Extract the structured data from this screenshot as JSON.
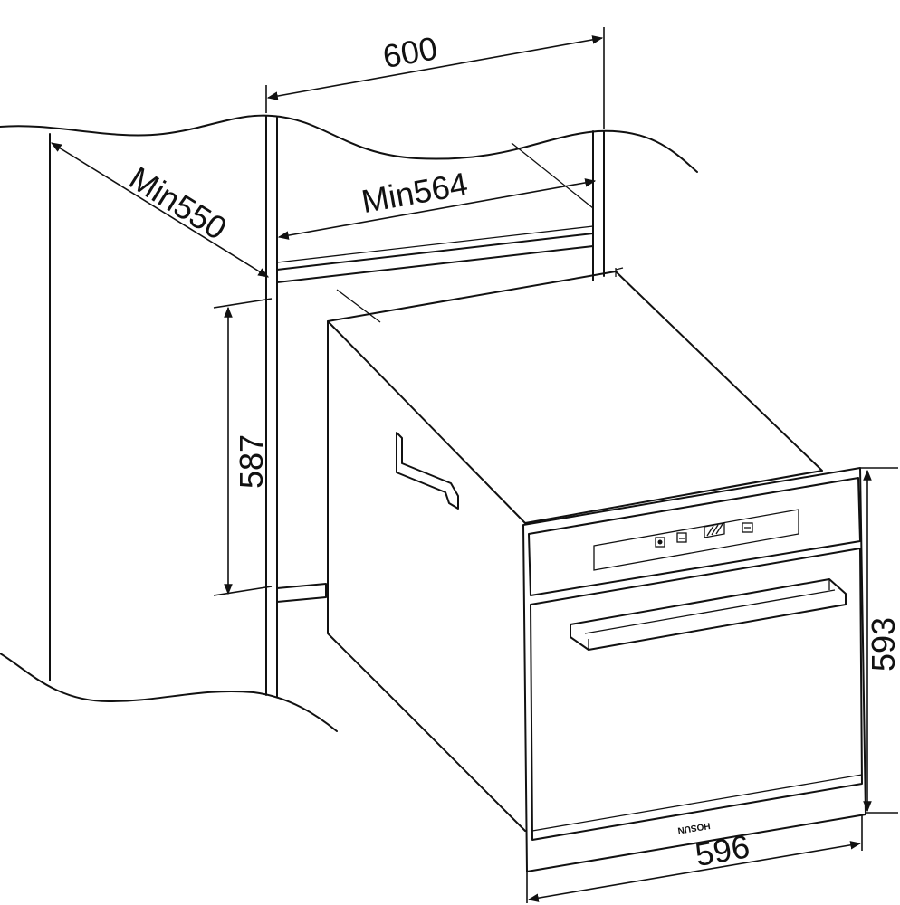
{
  "dimensions": {
    "cabinet_width": "600",
    "cabinet_depth_min": "Min550",
    "opening_width_min": "Min564",
    "opening_height": "587",
    "appliance_width": "596",
    "appliance_height": "593"
  },
  "appliance": {
    "brand_label": "HOSUN",
    "control_icons": [
      "power-icon",
      "mode-icon",
      "heat-icon",
      "display-icon"
    ]
  }
}
